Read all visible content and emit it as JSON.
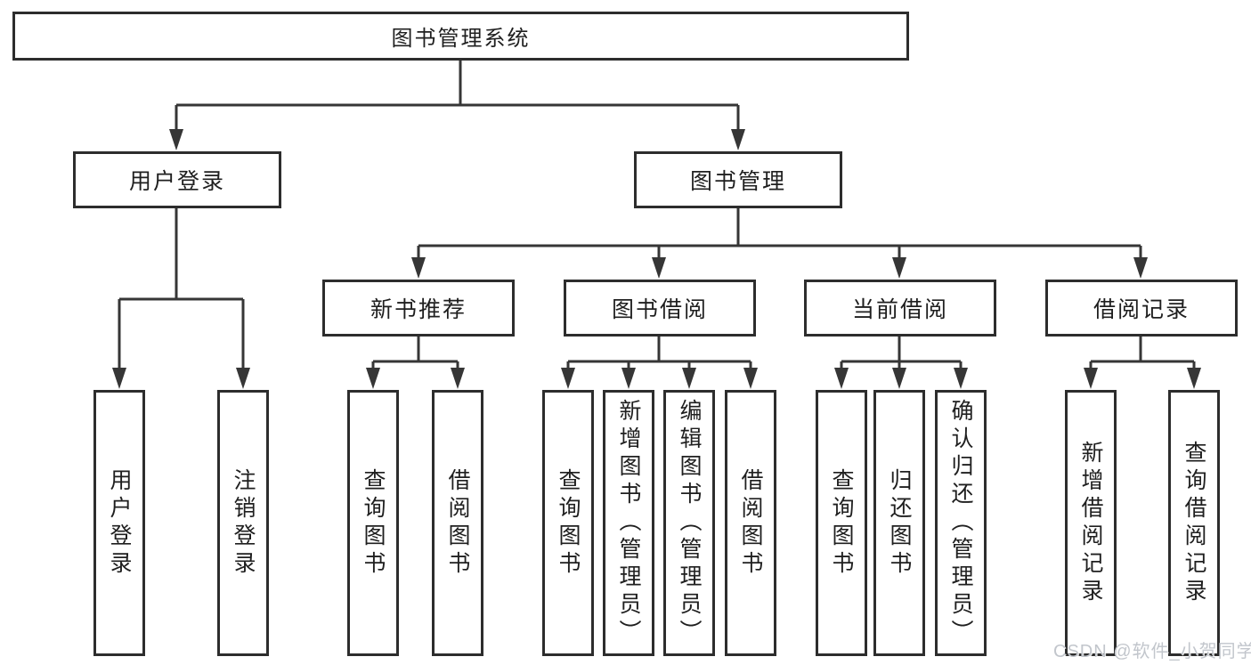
{
  "colors": {
    "line": "#363636",
    "box_border": "#2d2d2d",
    "text": "#1f1f1f",
    "watermark": "#c2c6cc",
    "background": "#ffffff"
  },
  "nodes": {
    "root": {
      "label": "图书管理系统"
    },
    "user_login": {
      "label": "用户登录"
    },
    "book_mgmt": {
      "label": "图书管理"
    },
    "new_books": {
      "label": "新书推荐"
    },
    "book_borrow": {
      "label": "图书借阅"
    },
    "current_borrow": {
      "label": "当前借阅"
    },
    "borrow_records": {
      "label": "借阅记录"
    },
    "leaf_user_login": {
      "label": "用户登录"
    },
    "leaf_logout": {
      "label": "注销登录"
    },
    "leaf_nb_query": {
      "label": "查询图书"
    },
    "leaf_nb_borrow": {
      "label": "借阅图书"
    },
    "leaf_bb_query": {
      "label": "查询图书"
    },
    "leaf_bb_add": {
      "label": "新增图书（管理员）"
    },
    "leaf_bb_edit": {
      "label": "编辑图书（管理员）"
    },
    "leaf_bb_borrow": {
      "label": "借阅图书"
    },
    "leaf_cb_query": {
      "label": "查询图书"
    },
    "leaf_cb_return": {
      "label": "归还图书"
    },
    "leaf_cb_confirm": {
      "label": "确认归还（管理员）"
    },
    "leaf_br_add": {
      "label": "新增借阅记录"
    },
    "leaf_br_query": {
      "label": "查询借阅记录"
    }
  },
  "watermark": {
    "text": "CSDN @软件_小贺同学"
  }
}
